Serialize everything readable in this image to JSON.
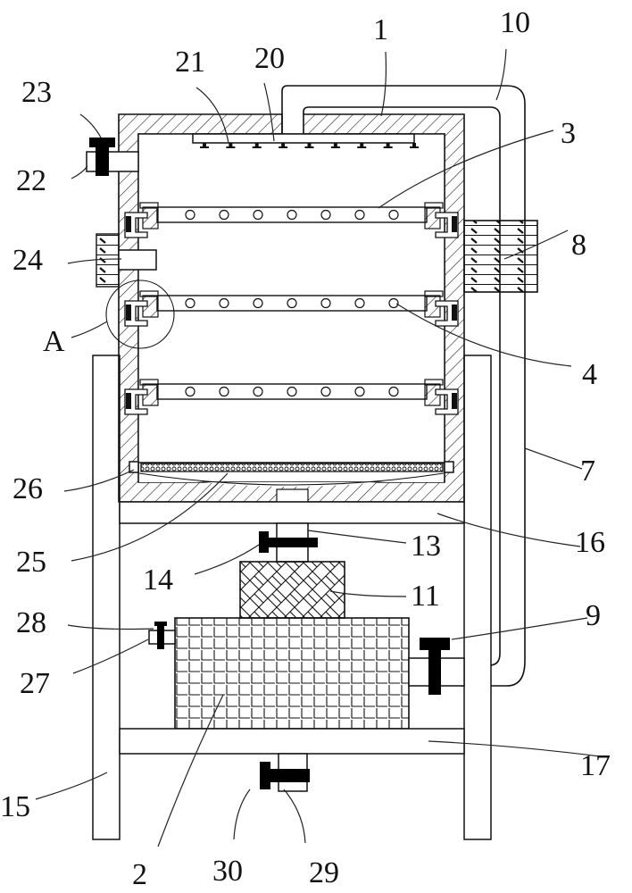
{
  "figure": {
    "type": "patent mechanical drawing (front sectional view)",
    "labels": [
      {
        "id": "1",
        "text": "1",
        "part": "box body"
      },
      {
        "id": "2",
        "text": "2",
        "part": "water tank"
      },
      {
        "id": "3",
        "text": "3",
        "part": "tray"
      },
      {
        "id": "4",
        "text": "4",
        "part": "through hole"
      },
      {
        "id": "7",
        "text": "7",
        "part": "outer pipe"
      },
      {
        "id": "8",
        "text": "8",
        "part": "side block"
      },
      {
        "id": "9",
        "text": "9",
        "part": "valve"
      },
      {
        "id": "10",
        "text": "10",
        "part": "water pipe"
      },
      {
        "id": "11",
        "text": "11",
        "part": "pump"
      },
      {
        "id": "13",
        "text": "13",
        "part": "drain pipe"
      },
      {
        "id": "14",
        "text": "14",
        "part": "drain valve"
      },
      {
        "id": "15",
        "text": "15",
        "part": "support leg"
      },
      {
        "id": "16",
        "text": "16",
        "part": "upper cross plate"
      },
      {
        "id": "17",
        "text": "17",
        "part": "lower cross plate"
      },
      {
        "id": "20",
        "text": "20",
        "part": "spray pipe"
      },
      {
        "id": "21",
        "text": "21",
        "part": "nozzle"
      },
      {
        "id": "22",
        "text": "22",
        "part": "inlet pipe"
      },
      {
        "id": "23",
        "text": "23",
        "part": "inlet valve"
      },
      {
        "id": "24",
        "text": "24",
        "part": "side block"
      },
      {
        "id": "25",
        "text": "25",
        "part": "filter screen"
      },
      {
        "id": "26",
        "text": "26",
        "part": "clamp block"
      },
      {
        "id": "27",
        "text": "27",
        "part": "inlet pipe"
      },
      {
        "id": "28",
        "text": "28",
        "part": "inlet valve"
      },
      {
        "id": "29",
        "text": "29",
        "part": "outlet pipe"
      },
      {
        "id": "30",
        "text": "30",
        "part": "outlet valve"
      },
      {
        "id": "A",
        "text": "A",
        "part": "detail callout circle"
      }
    ],
    "tray_count": 3,
    "holes_per_tray": 7,
    "nozzle_count": 9
  }
}
